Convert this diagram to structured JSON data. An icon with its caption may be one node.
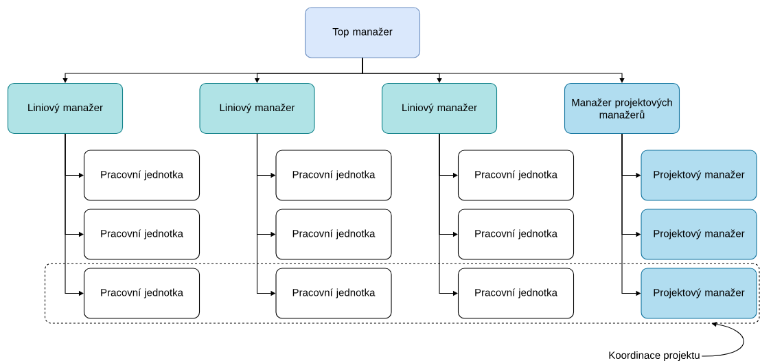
{
  "diagram": {
    "nodes": [
      {
        "text": [
          "Top manažer"
        ]
      },
      {
        "text": [
          "Liniový manažer"
        ]
      },
      {
        "text": [
          "Liniový manažer"
        ]
      },
      {
        "text": [
          "Liniový manažer"
        ]
      },
      {
        "text": [
          "Manažer projektových manažerů"
        ]
      },
      {
        "text": [],
        "shape": "box"
      },
      {
        "text": [
          "Pracovní jednotka"
        ]
      },
      {
        "text": [
          "Pracovní jednotka"
        ]
      },
      {
        "text": [
          "Pracovní jednotka"
        ],
        "in": 5
      },
      {
        "text": [
          "Pracovní jednotka"
        ]
      },
      {
        "text": [
          "Pracovní jednotka"
        ]
      },
      {
        "text": [
          "Pracovní jednotka"
        ],
        "in": 5
      },
      {
        "text": [
          "Pracovní jednotka"
        ]
      },
      {
        "text": [
          "Pracovní jednotka"
        ]
      },
      {
        "text": [
          "Pracovní jednotka"
        ],
        "in": 5
      },
      {
        "text": [
          "Projektový manažer"
        ]
      },
      {
        "text": [
          "Projektový manažer"
        ]
      },
      {
        "text": [
          "Projektový manažer"
        ],
        "in": 5
      },
      {
        "text": [
          "Koordinace projektu"
        ]
      }
    ],
    "edges": [
      {
        "from": 0,
        "to": 1,
        "arrow": "to"
      },
      {
        "from": 0,
        "to": 2,
        "arrow": "to"
      },
      {
        "from": 0,
        "to": 3,
        "arrow": "to"
      },
      {
        "from": 0,
        "to": 4,
        "arrow": "to"
      },
      {
        "from": 1,
        "to": 6,
        "arrow": "to"
      },
      {
        "from": 1,
        "to": 7,
        "arrow": "to"
      },
      {
        "from": 1,
        "to": 8,
        "arrow": "to"
      },
      {
        "from": 2,
        "to": 9,
        "arrow": "to"
      },
      {
        "from": 2,
        "to": 10,
        "arrow": "to"
      },
      {
        "from": 2,
        "to": 11,
        "arrow": "to"
      },
      {
        "from": 3,
        "to": 12,
        "arrow": "to"
      },
      {
        "from": 3,
        "to": 13,
        "arrow": "to"
      },
      {
        "from": 3,
        "to": 14,
        "arrow": "to"
      },
      {
        "from": 4,
        "to": 15,
        "arrow": "to"
      },
      {
        "from": 4,
        "to": 16,
        "arrow": "to"
      },
      {
        "from": 4,
        "to": 17,
        "arrow": "to"
      },
      {
        "from": 18,
        "to": 5,
        "arrow": "to"
      }
    ]
  }
}
